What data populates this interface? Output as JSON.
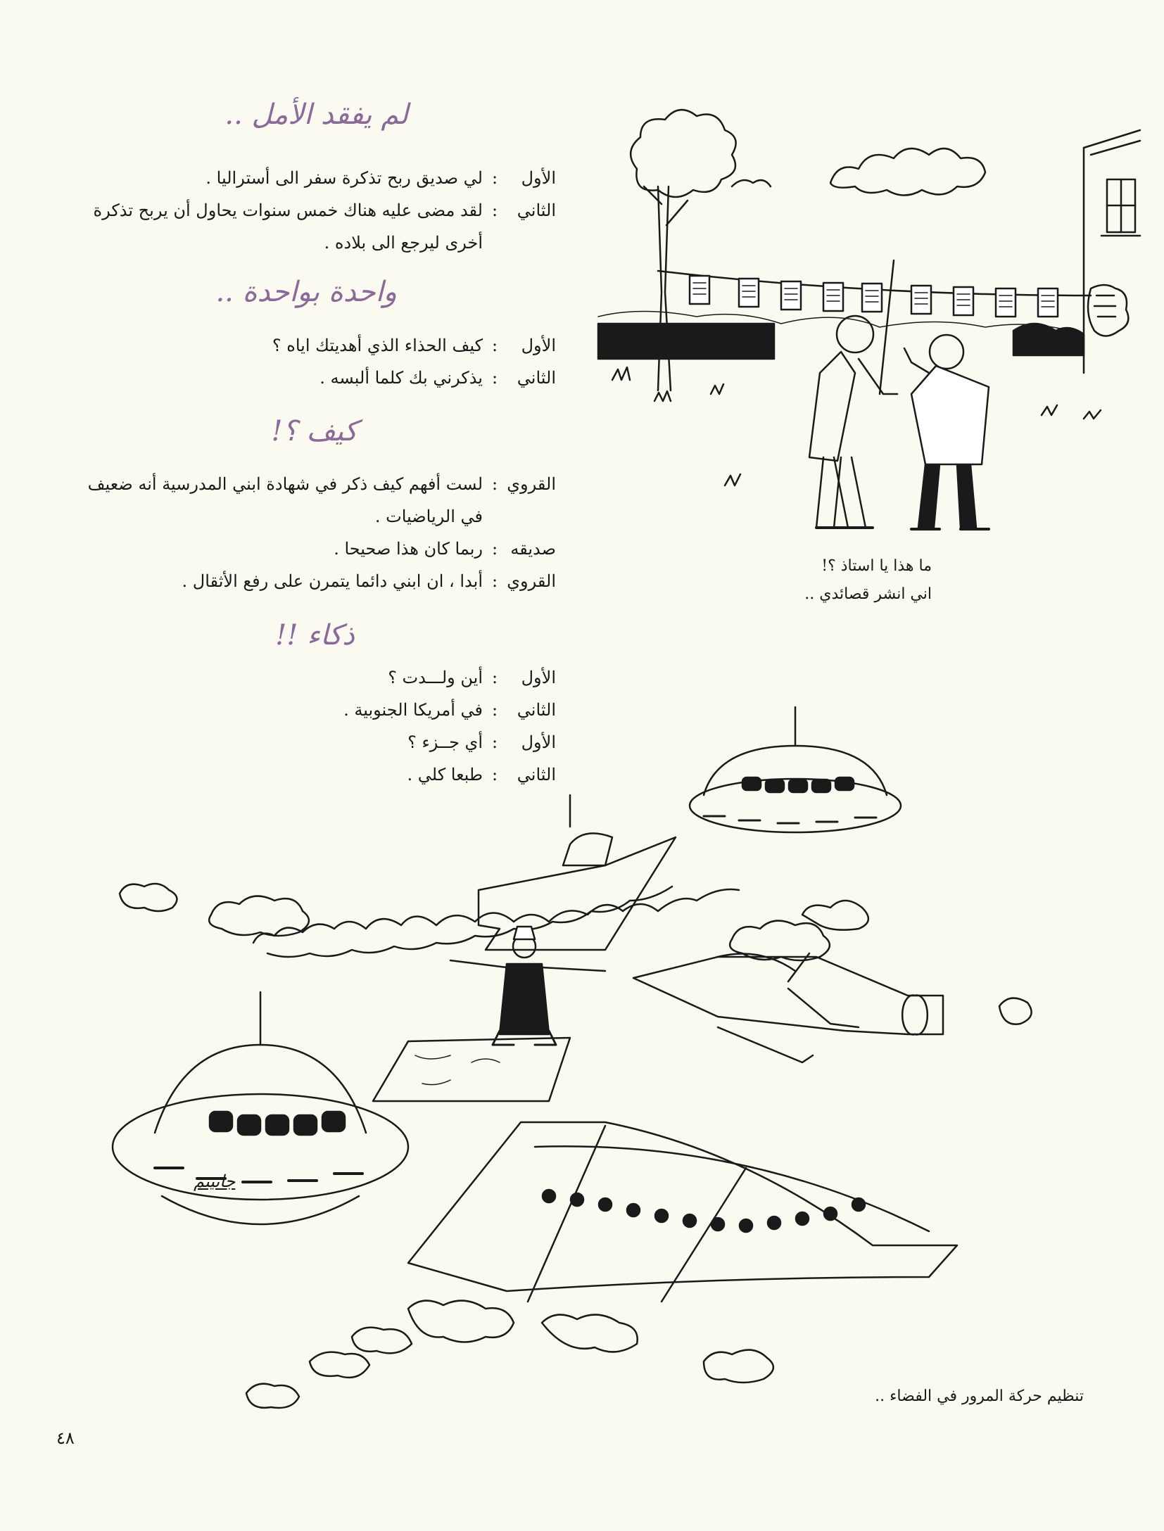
{
  "sections": [
    {
      "title": "لم يفقد الأمل ..",
      "lines": [
        {
          "speaker": "الأول",
          "text": "لي صديق ربح تذكرة سفر الى أستراليا ."
        },
        {
          "speaker": "الثاني",
          "text": "لقد مضى عليه هناك خمس سنوات يحاول أن يربح تذكرة أخرى ليرجع الى بلاده ."
        }
      ]
    },
    {
      "title": "واحدة بواحدة ..",
      "lines": [
        {
          "speaker": "الأول",
          "text": "كيف الحذاء الذي أهديتك اياه ؟"
        },
        {
          "speaker": "الثاني",
          "text": "يذكرني بك كلما ألبسه ."
        }
      ]
    },
    {
      "title": "كيف ؟!",
      "lines": [
        {
          "speaker": "القروي",
          "text": "لست أفهم كيف ذكر في شهادة ابني المدرسية أنه ضعيف في الرياضيات ."
        },
        {
          "speaker": "صديقه",
          "text": "ربما كان هذا صحيحا ."
        },
        {
          "speaker": "القروي",
          "text": "أبدا ، ان ابني دائما يتمرن على رفع الأثقال ."
        }
      ]
    },
    {
      "title": "ذكاء !!",
      "lines": [
        {
          "speaker": "الأول",
          "text": "أين ولـــدت ؟"
        },
        {
          "speaker": "الثاني",
          "text": "في أمريكا الجنوبية ."
        },
        {
          "speaker": "الأول",
          "text": "أي جــزء ؟"
        },
        {
          "speaker": "الثاني",
          "text": "طبعا كلي ."
        }
      ]
    }
  ],
  "cartoon1": {
    "caption_line1": "ما هذا يا استاذ ؟!",
    "caption_line2": "اني انشر قصائدي .."
  },
  "cartoon2": {
    "caption": "تنظيم حركة المرور في الفضاء ..",
    "signature": "جانيتم"
  },
  "page_number": "٤٨",
  "colors": {
    "title": "#8b6a9a",
    "ink": "#1a1a1a",
    "paper": "#fbfaf0"
  }
}
